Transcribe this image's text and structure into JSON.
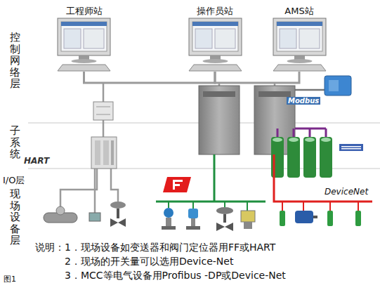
{
  "diagram": {
    "nodes": [
      {
        "text": [
          "工程师站"
        ]
      },
      {
        "text": [
          "操作员站"
        ]
      },
      {
        "text": [
          "AMS站"
        ]
      }
    ],
    "edges": [
      {
        "from": 0,
        "to": 1,
        "arrow": "none"
      },
      {
        "from": 1,
        "to": 2,
        "arrow": "none"
      }
    ],
    "labels": [
      "控制网络层",
      "子系统",
      "I/O层",
      "现场设备层",
      "HART",
      "Modbus",
      "DeviceNet",
      "说明：",
      "1．现场设备如变送器和阀门定位器用FF或HART",
      "2．现场的开关量可以选用Device-Net",
      "3．MCC等电气设备用Profibus -DP或Device-Net",
      "图1"
    ]
  }
}
